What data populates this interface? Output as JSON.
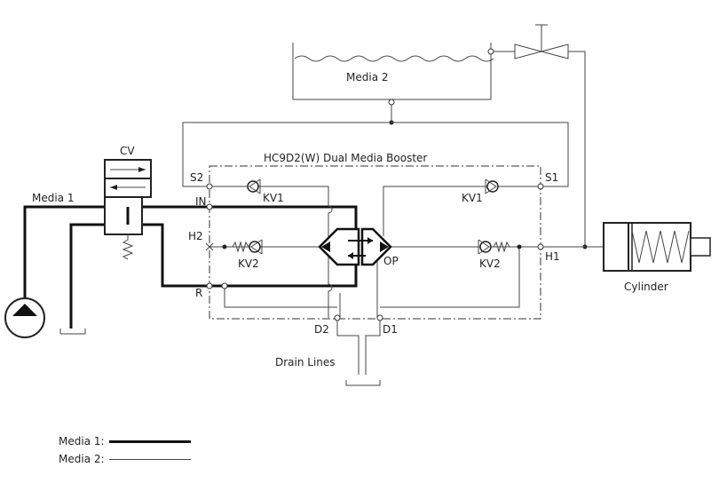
{
  "labels": {
    "booster_title": "HC9D2(W) Dual Media Booster",
    "media1": "Media 1",
    "media2": "Media 2",
    "cv": "CV",
    "port_s2": "S2",
    "port_s1": "S1",
    "port_in": "IN",
    "port_h2": "H2",
    "port_r": "R",
    "port_op": "OP",
    "port_h1": "H1",
    "port_d2": "D2",
    "port_d1": "D1",
    "kv1_left": "KV1",
    "kv1_right": "KV1",
    "kv2_left": "KV2",
    "kv2_right": "KV2",
    "cylinder": "Cylinder",
    "drain_lines": "Drain Lines"
  },
  "legend": {
    "media1_label": "Media 1:",
    "media2_label": "Media 2:"
  }
}
